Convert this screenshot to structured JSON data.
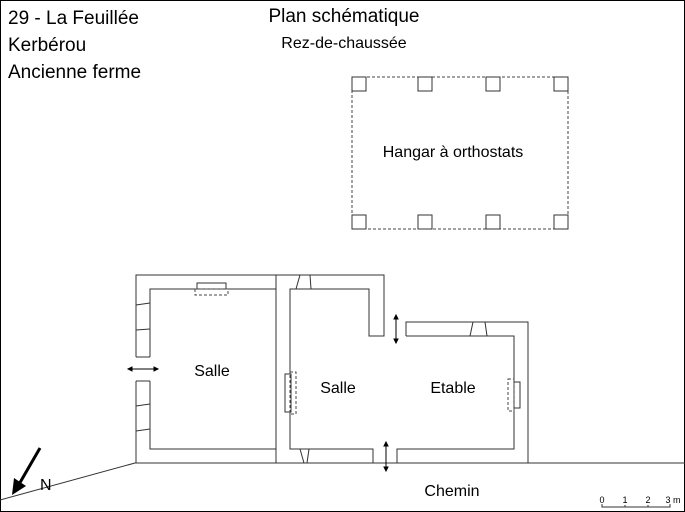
{
  "header": {
    "line1": "29 - La Feuillée",
    "line2": "Kerbérou",
    "line3": "Ancienne ferme",
    "title": "Plan schématique",
    "subtitle": "Rez-de-chaussée"
  },
  "labels": {
    "hangar": "Hangar à orthostats",
    "salle_left": "Salle",
    "salle_middle": "Salle",
    "etable": "Etable",
    "chemin": "Chemin",
    "north": "N"
  },
  "scale": {
    "ticks": [
      "0",
      "1",
      "2",
      "3"
    ],
    "unit": "m"
  }
}
